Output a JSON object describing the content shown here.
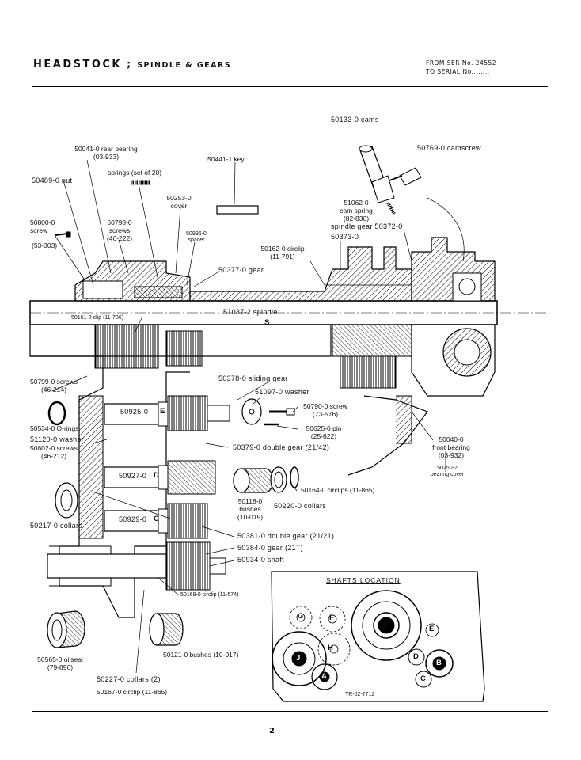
{
  "header": {
    "title_main": "HEADSTOCK",
    "title_sep": ";",
    "title_sub": "SPINDLE & GEARS",
    "serial_from": "FROM SER No. 24552",
    "serial_to": "TO SERIAL No........"
  },
  "labels": {
    "cams": "50133-0 cams",
    "camscrew": "50769-0 camscrew",
    "rear_bearing_1": "50041-0 rear bearing",
    "rear_bearing_2": "(03-933)",
    "key": "50441-1 key",
    "springs": "springs (set of 20)",
    "nut": "50489-0 nut",
    "cover_1": "50253-0",
    "cover_2": "cover",
    "camspring_1": "51062-0",
    "camspring_2": "cam spring",
    "camspring_3": "(82-830)",
    "spindle_gear": "spindle gear 50372-0",
    "screw_50800_1": "50800-0",
    "screw_50800_2": "screw",
    "screw_50800_3": "(53-303)",
    "screws_50798_1": "50798-0",
    "screws_50798_2": "screws",
    "screws_50798_3": "(46-222)",
    "spacer_1": "50996-0",
    "spacer_2": "spacer",
    "circlip_50162_1": "50162-0 circlip",
    "circlip_50162_2": "(11-791)",
    "part_50373": "50373-0",
    "gear_50377": "50377-0 gear",
    "clip_50161": "50161-0 clip (11-786)",
    "spindle": "51037-2 spindle",
    "spindle_letter": "S",
    "screws_50799_1": "50799-0 screws",
    "screws_50799_2": "(46-214)",
    "sliding_gear": "50378-0 sliding gear",
    "washer_51097": "51097-0 washer",
    "screw_50790_1": "50790-0 screw",
    "screw_50790_2": "(73-576)",
    "shaft_E": "50925-0",
    "shaft_E_letter": "E",
    "orings": "50534-0 O-rings",
    "washer_51120": "51120-0 washer",
    "screws_50802_1": "50802-0 screws",
    "screws_50802_2": "(46-212)",
    "pin_1": "50625-0 pin",
    "pin_2": "(25-622)",
    "double_gear_50379": "50379-0 double gear",
    "double_gear_50379_t": "(21/42)",
    "front_bearing_1": "50040-0",
    "front_bearing_2": "front bearing",
    "front_bearing_3": "(03-932)",
    "bearing_cover_1": "50250-2",
    "bearing_cover_2": "bearing cover",
    "shaft_D": "50927-0",
    "shaft_D_letter": "D",
    "circlips_50164": "50164-0 circlips (11-865)",
    "bushes_50118_1": "50118-0",
    "bushes_50118_2": "bushes",
    "bushes_50118_3": "(10-019)",
    "collars_50220": "50220-0 collars",
    "collars_50217": "50217-0 collars",
    "shaft_C": "50929-0",
    "shaft_C_letter": "C",
    "double_gear_50381": "50381-0 double gear",
    "double_gear_50381_t": "(21/21)",
    "gear_50384": "50384-0 gear",
    "gear_50384_t": "(21T)",
    "shaft_50934": "50934-0 shaft",
    "circlip_50169": "50169-0 circlip (11-574)",
    "oilseal_1": "50565-0 oilseal",
    "oilseal_2": "(79-896)",
    "bushes_50121": "50121-0 bushes (10-017)",
    "collars_50227": "50227-0 collars (2)",
    "circlip_50167": "50167-0 circlip (11-865)",
    "shafts_location": "SHAFTS LOCATION",
    "drawing_no": "TR-02-7712"
  },
  "shaft_letters": {
    "G": "G",
    "F": "F",
    "S": "S",
    "E": "E",
    "H": "H",
    "J": "J",
    "D": "D",
    "B": "B",
    "A": "A",
    "C": "C"
  },
  "page_number": "2"
}
